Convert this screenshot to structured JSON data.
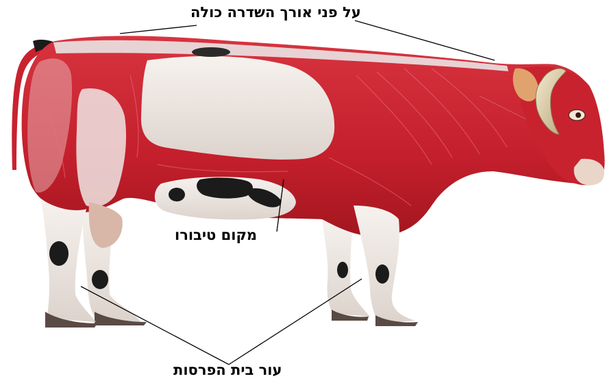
{
  "labels": {
    "top": "על פני אורך השדרה כולה",
    "navel": "מקום  טיבורו",
    "hoof": "עור בית הפרסות"
  },
  "colors": {
    "muscle": "#c8222f",
    "muscle_dark": "#9e1622",
    "muscle_light": "#e0505c",
    "hide_white": "#f1ede8",
    "hide_shadow": "#ddd4cf",
    "spot": "#1b1b1b",
    "horn": "#e8dcc0",
    "leader_line": "#000000"
  }
}
